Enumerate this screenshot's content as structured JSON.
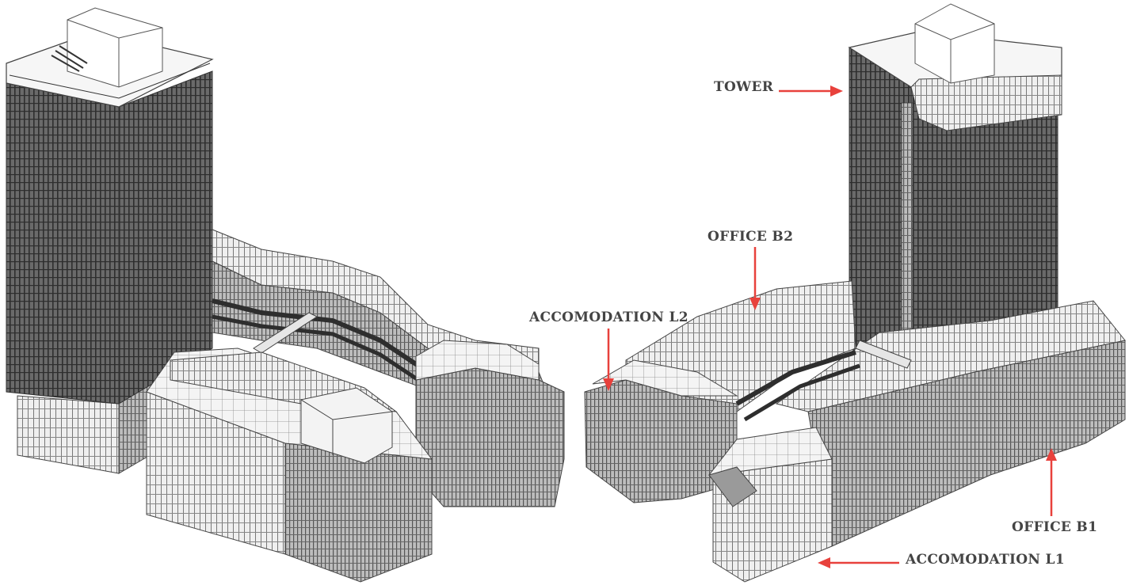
{
  "labels": {
    "tower": "TOWER",
    "office_b2": "OFFICE B2",
    "accomodation_l2": "ACCOMODATION L2",
    "office_b1": "OFFICE B1",
    "accomodation_l1": "ACCOMODATION L1"
  },
  "colors": {
    "arrow": "#e8413c",
    "label_text": "#444444",
    "building_dark": "#4a4a4a",
    "building_light": "#f2f2f2",
    "line": "#555555"
  }
}
